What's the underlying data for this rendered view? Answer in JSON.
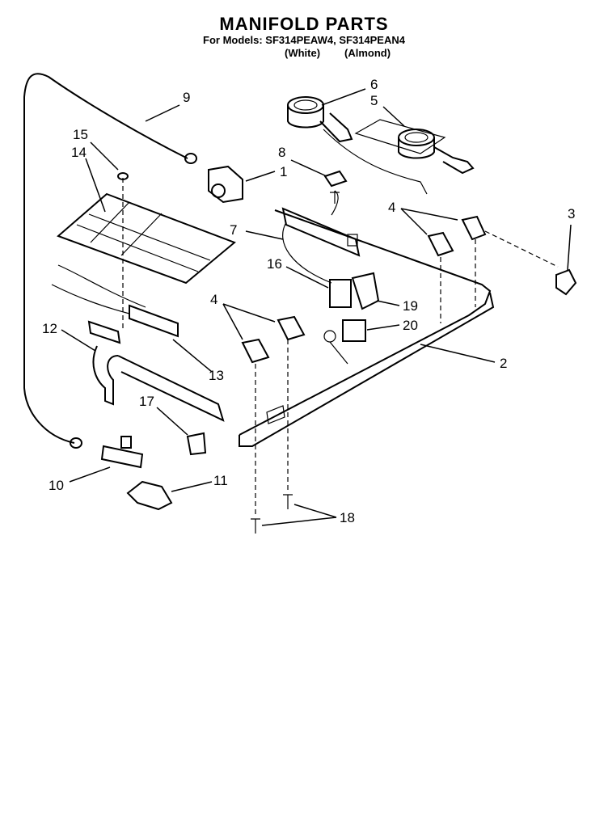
{
  "header": {
    "title": "MANIFOLD PARTS",
    "subtitle": "For Models: SF314PEAW4, SF314PEAN4",
    "variant_white": "(White)",
    "variant_almond": "(Almond)"
  },
  "callouts": {
    "c1": "1",
    "c2": "2",
    "c3": "3",
    "c4a": "4",
    "c4b": "4",
    "c5": "5",
    "c6": "6",
    "c7": "7",
    "c8": "8",
    "c9": "9",
    "c10": "10",
    "c11": "11",
    "c12": "12",
    "c13": "13",
    "c14": "14",
    "c15": "15",
    "c16": "16",
    "c17": "17",
    "c18": "18",
    "c19": "19",
    "c20": "20"
  }
}
